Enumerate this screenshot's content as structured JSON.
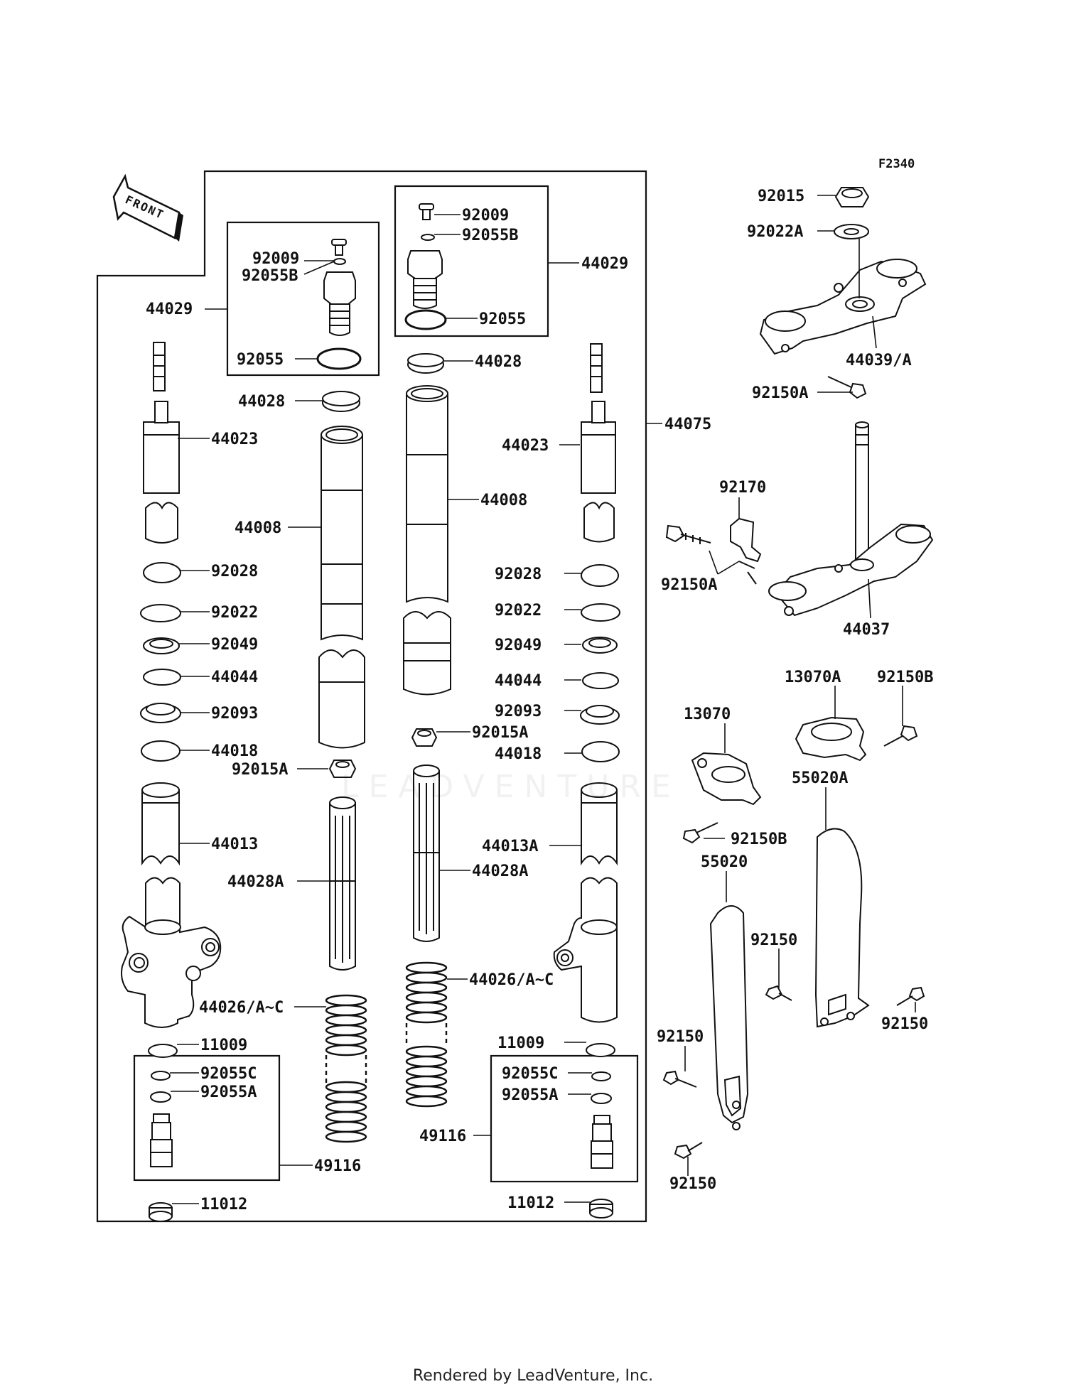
{
  "diagram": {
    "code": "F2340",
    "front_label": "FRONT",
    "watermark": "LEADVENTURE",
    "footer": "Rendered by LeadVenture, Inc.",
    "labels": {
      "l44029": "44029",
      "l92009": "92009",
      "l92055B": "92055B",
      "l92055": "92055",
      "l44028": "44028",
      "l44023": "44023",
      "l44008": "44008",
      "l92028": "92028",
      "l92022": "92022",
      "l92049": "92049",
      "l44044": "44044",
      "l92093": "92093",
      "l44018": "44018",
      "l92015A": "92015A",
      "l44013": "44013",
      "l44028A": "44028A",
      "l44026": "44026/A~C",
      "l11009": "11009",
      "l92055C": "92055C",
      "l92055A": "92055A",
      "l49116": "49116",
      "l11012": "11012",
      "r44029": "44029",
      "r92009": "92009",
      "r92055B": "92055B",
      "r92055": "92055",
      "r44028": "44028",
      "r44008": "44008",
      "r44023": "44023",
      "r92028": "92028",
      "r92022": "92022",
      "r92049": "92049",
      "r44044": "44044",
      "r92093": "92093",
      "r92015A": "92015A",
      "r44018": "44018",
      "r44013A": "44013A",
      "r44028A": "44028A",
      "r44026": "44026/A~C",
      "r11009": "11009",
      "r92055C": "92055C",
      "r92055A": "92055A",
      "r49116": "49116",
      "r11012": "11012",
      "r44075": "44075",
      "t92015": "92015",
      "t92022A": "92022A",
      "t44039A": "44039/A",
      "t92150A": "92150A",
      "b92170": "92170",
      "b92150A": "92150A",
      "b44037": "44037",
      "g13070A": "13070A",
      "g92150B": "92150B",
      "g13070": "13070",
      "g92150B2": "92150B",
      "f55020A": "55020A",
      "f55020": "55020",
      "f92150a": "92150",
      "f92150b": "92150",
      "f92150c": "92150",
      "f92150d": "92150"
    }
  }
}
